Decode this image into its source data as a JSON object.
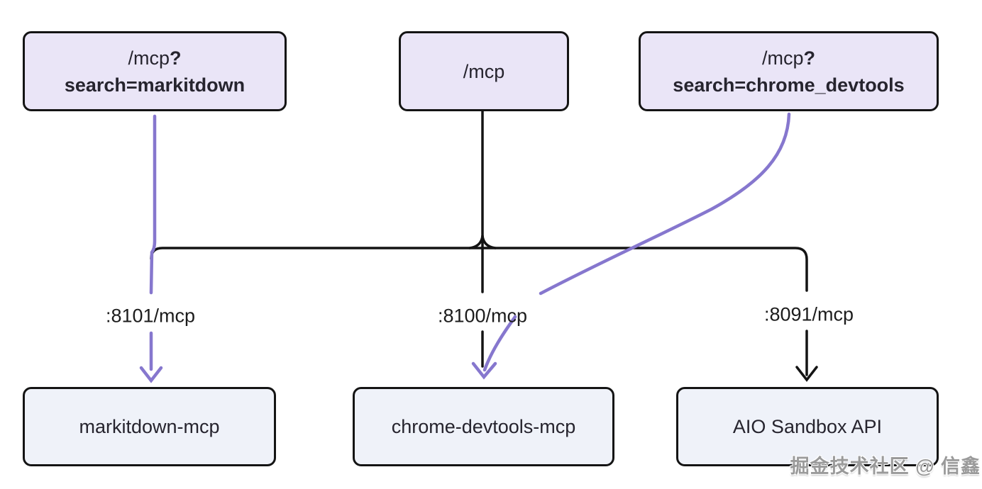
{
  "diagram": {
    "top_nodes": [
      {
        "path": "/mcp",
        "query_mark": "?",
        "param": "search=markitdown"
      },
      {
        "path": "/mcp",
        "query_mark": "",
        "param": ""
      },
      {
        "path": "/mcp",
        "query_mark": "?",
        "param": "search=chrome_devtools"
      }
    ],
    "bottom_nodes": [
      {
        "label": "markitdown-mcp"
      },
      {
        "label": "chrome-devtools-mcp"
      },
      {
        "label": "AIO Sandbox API"
      }
    ],
    "edge_labels": [
      ":8101/mcp",
      ":8100/mcp",
      ":8091/mcp"
    ]
  },
  "colors": {
    "accent_purple": "#8677CE",
    "line_black": "#141414",
    "top_node_fill": "#EAE5F7",
    "bottom_node_fill": "#EFF2F9",
    "text": "#26242E",
    "watermark_gray": "#9A9A9A"
  },
  "watermark": {
    "text": "掘金技术社区 @ 信鑫"
  }
}
